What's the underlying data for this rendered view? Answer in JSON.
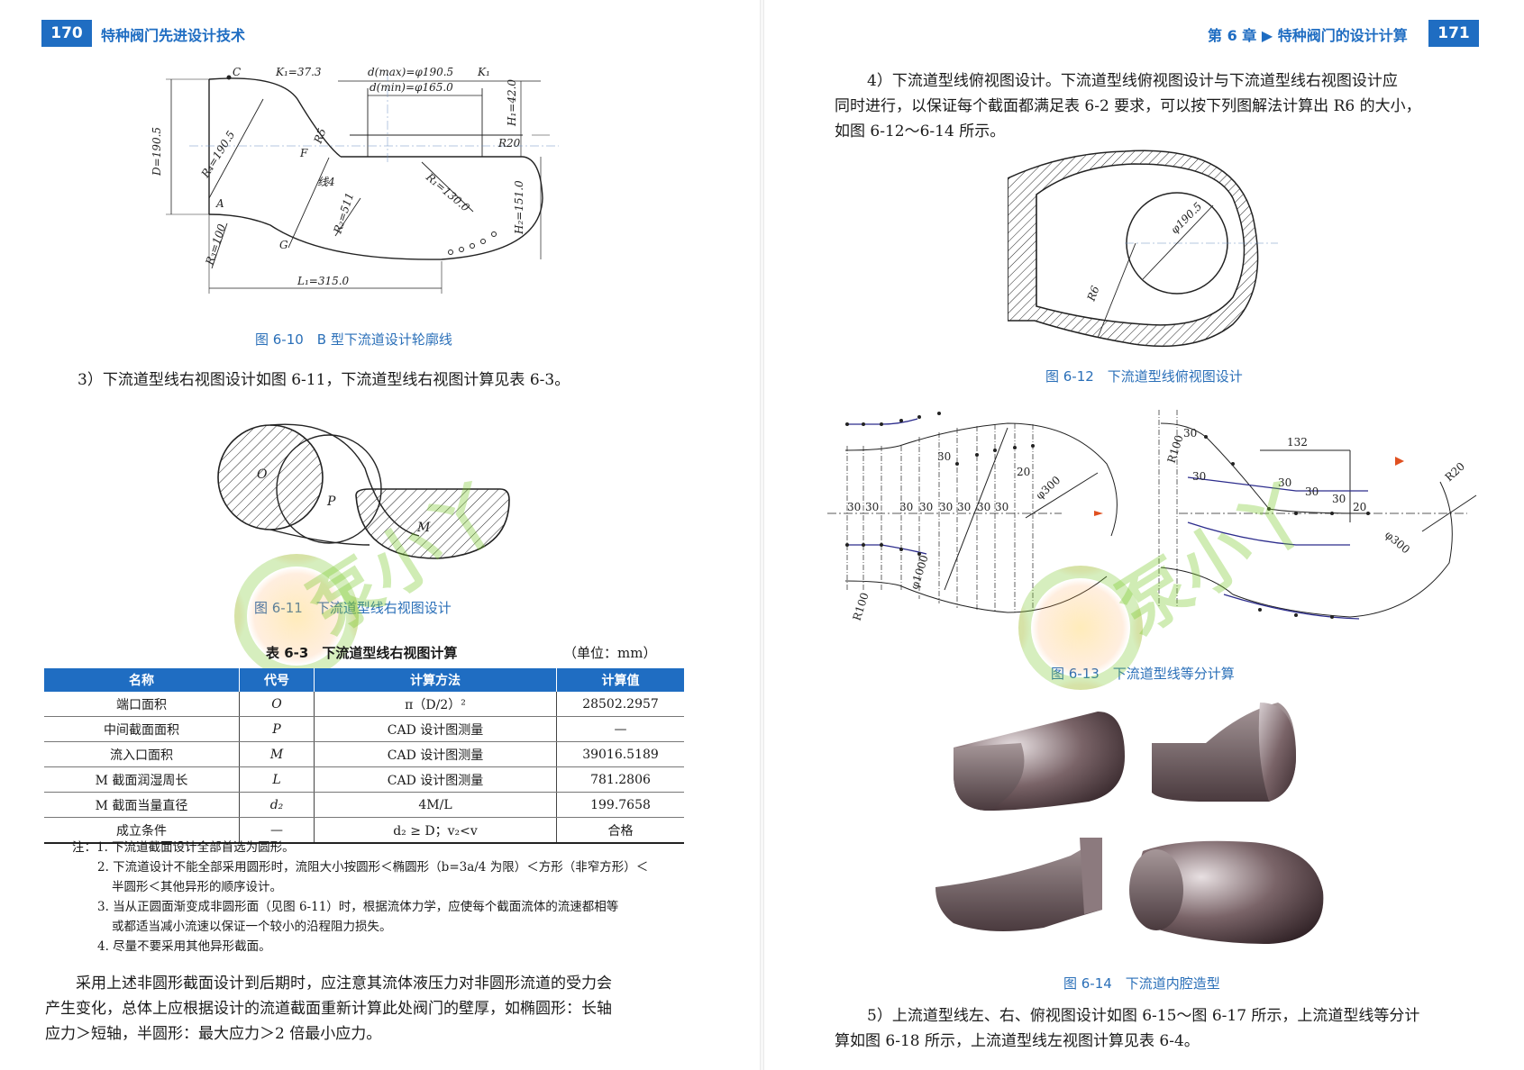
{
  "left": {
    "page_number": "170",
    "header_title": "特种阀门先进设计技术",
    "fig610": {
      "caption": "图 6-10　B 型下流道设计轮廓线",
      "labels": {
        "C": "C",
        "K1": "K₁=37.3",
        "dmax": "d(max)=φ190.5",
        "dmin": "d(min)=φ165.0",
        "K1b": "K₁",
        "H1": "H₁=42.0",
        "R20": "R20",
        "D": "D=190.5",
        "R4": "R₄=190.5",
        "R5": "R5",
        "F": "F",
        "line4": "线4",
        "R1": "R₁=130.0",
        "A": "A",
        "R2": "R₂=511",
        "H2": "H₂=151.0",
        "R3": "R₃=100",
        "G": "G",
        "L1": "L₁=315.0"
      }
    },
    "para3": "3）下流道型线右视图设计如图 6-11，下流道型线右视图计算见表 6-3。",
    "fig611": {
      "caption": "图 6-11　下流道型线右视图设计",
      "O": "O",
      "P": "P",
      "M": "M"
    },
    "table": {
      "title": "表 6-3　下流道型线右视图计算",
      "unit": "（单位：mm）",
      "headers": [
        "名称",
        "代号",
        "计算方法",
        "计算值"
      ],
      "rows": [
        [
          "端口面积",
          "O",
          "π（D/2）²",
          "28502.2957"
        ],
        [
          "中间截面面积",
          "P",
          "CAD 设计图测量",
          "—"
        ],
        [
          "流入口面积",
          "M",
          "CAD 设计图测量",
          "39016.5189"
        ],
        [
          "M 截面润湿周长",
          "L",
          "CAD 设计图测量",
          "781.2806"
        ],
        [
          "M 截面当量直径",
          "d₂",
          "4M/L",
          "199.7658"
        ],
        [
          "成立条件",
          "—",
          "d₂ ≥ D；v₂<v",
          "合格"
        ]
      ]
    },
    "notes": [
      "注：1. 下流道截面设计全部首选为圆形。",
      "2. 下流道设计不能全部采用圆形时，流阻大小按圆形＜椭圆形（b=3a/4 为限）＜方形（非窄方形）＜",
      "半圆形＜其他异形的顺序设计。",
      "3. 当从正圆面渐变成非圆形面（见图 6-11）时，根据流体力学，应使每个截面流体的流速都相等",
      "或都适当减小流速以保证一个较小的沿程阻力损失。",
      "4. 尽量不要采用其他异形截面。"
    ],
    "para_bottom": [
      "采用上述非圆形截面设计到后期时，应注意其流体液压力对非圆形流道的受力会",
      "产生变化，总体上应根据设计的流道截面重新计算此处阀门的壁厚，如椭圆形：长轴",
      "应力＞短轴，半圆形：最大应力＞2 倍最小应力。"
    ],
    "watermark": "泵小丫"
  },
  "right": {
    "page_number": "171",
    "chapter": "第 6 章 ▶ 特种阀门的设计计算",
    "para4": [
      "4）下流道型线俯视图设计。下流道型线俯视图设计与下流道型线右视图设计应",
      "同时进行，以保证每个截面都满足表 6-2 要求，可以按下列图解法计算出 R6 的大小，",
      "如图 6-12～6-14 所示。"
    ],
    "fig612": {
      "caption": "图 6-12　下流道型线俯视图设计",
      "d": "φ190.5",
      "R6": "R6"
    },
    "fig613": {
      "caption": "图 6-13　下流道型线等分计算",
      "labels": {
        "d300a": "φ300",
        "d1000": "φ1000",
        "R100a": "R100",
        "R100b": "R100",
        "d300b": "φ300",
        "R20": "R20",
        "n132": "132",
        "n20a": "20",
        "n20b": "20",
        "n30": "30"
      }
    },
    "fig614": {
      "caption": "图 6-14　下流道内腔造型"
    },
    "para5": [
      "5）上流道型线左、右、俯视图设计如图 6-15～图 6-17 所示，上流道型线等分计",
      "算如图 6-18 所示，上流道型线左视图计算见表 6-4。"
    ],
    "watermark": "泵小丫"
  },
  "colors": {
    "header_blue": "#1f6dc2",
    "caption_blue": "#2a6fb8",
    "watermark_green": "#78c828"
  }
}
